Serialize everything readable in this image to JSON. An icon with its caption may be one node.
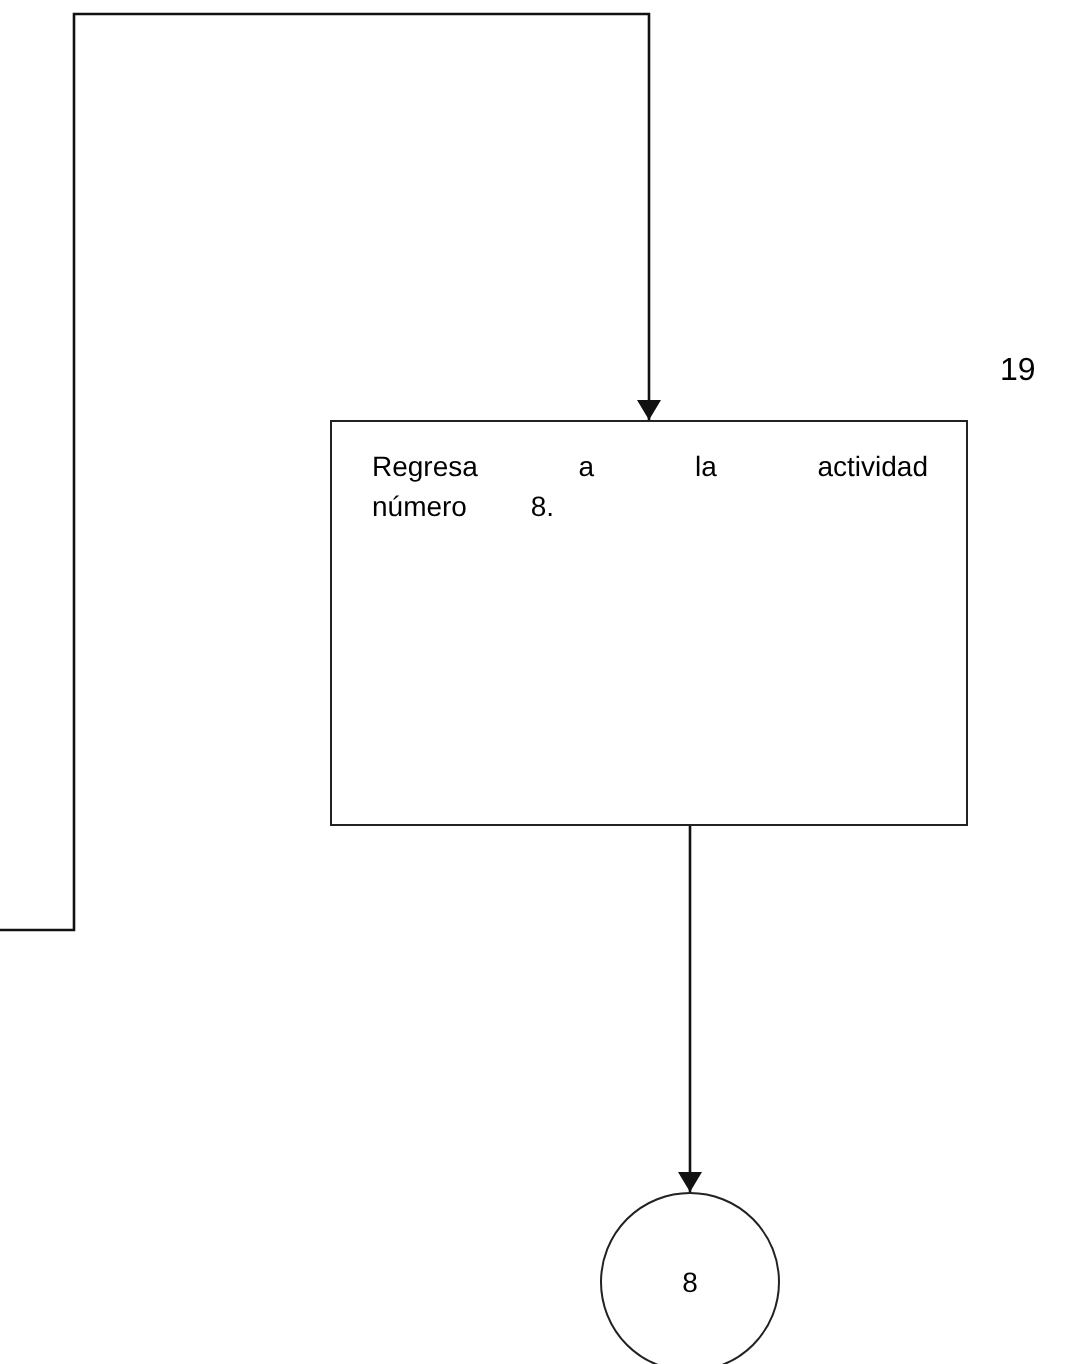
{
  "diagram": {
    "nodes": [
      {
        "text": [
          "Regresa a la actividad número 8."
        ]
      },
      {
        "text": [
          "8"
        ]
      }
    ],
    "edges": [
      {
        "from": null,
        "to": 0,
        "arrow": "to"
      },
      {
        "from": 0,
        "to": 1,
        "arrow": "to"
      }
    ],
    "labels": [
      "19"
    ]
  }
}
